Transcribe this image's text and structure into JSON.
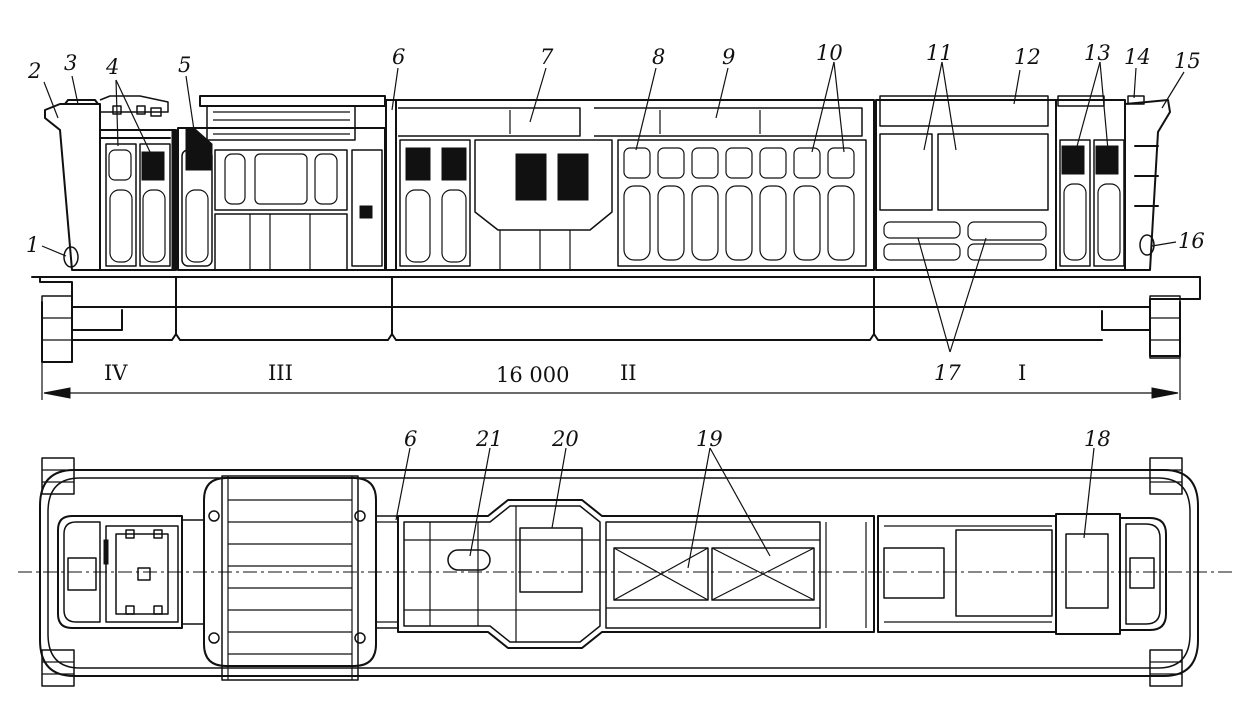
{
  "callouts_side": [
    "1",
    "2",
    "3",
    "4",
    "5",
    "6",
    "7",
    "8",
    "9",
    "10",
    "11",
    "12",
    "13",
    "14",
    "15",
    "16",
    "17"
  ],
  "callouts_plan": [
    "6",
    "21",
    "20",
    "19",
    "18"
  ],
  "sections": [
    "IV",
    "III",
    "II",
    "I"
  ],
  "overall_length": "16 000"
}
